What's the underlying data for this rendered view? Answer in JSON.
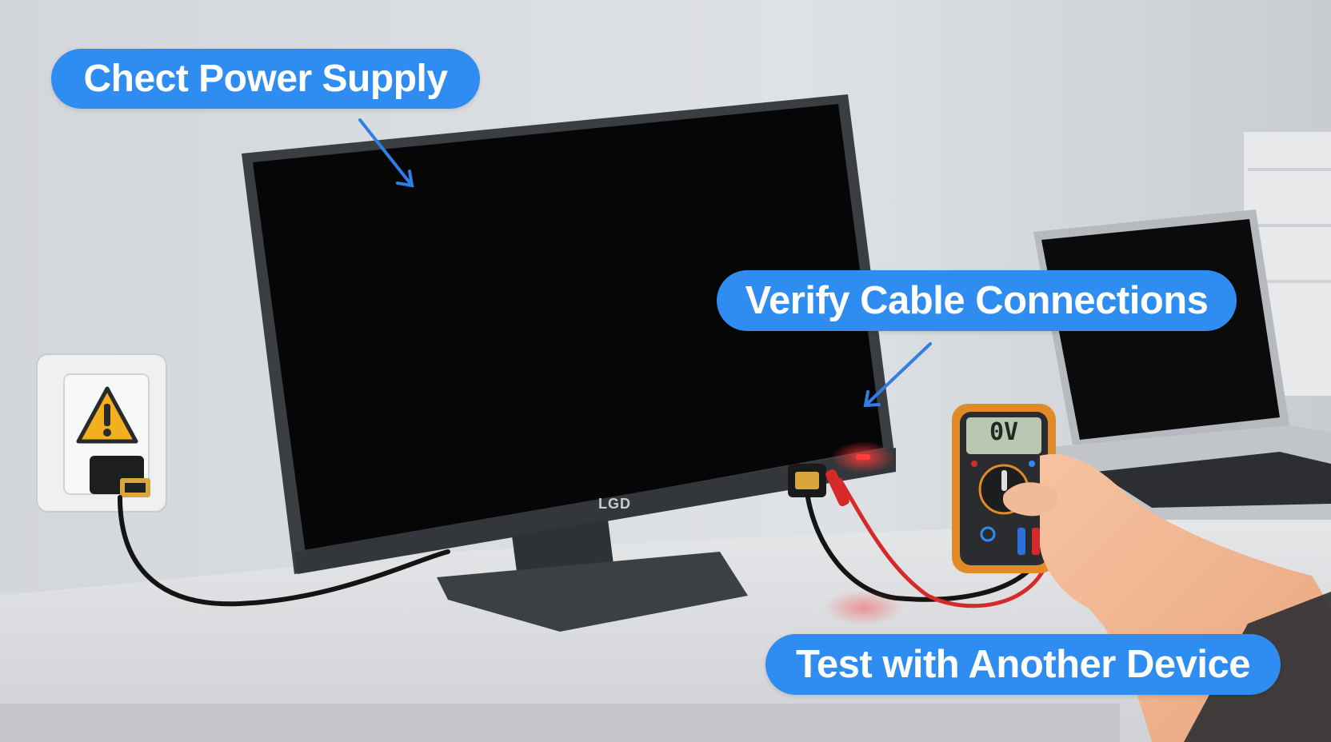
{
  "callouts": {
    "power_supply": "Chect Power Supply",
    "cable_connections": "Verify Cable Connections",
    "another_device": "Test with Another Device"
  },
  "monitor": {
    "brand": "LGD"
  },
  "multimeter": {
    "reading": "0V"
  },
  "colors": {
    "callout_blue": "#2f8cf0",
    "arrow_blue": "#2f7fe6",
    "warning_yellow": "#f2b01e",
    "probe_red": "#d62a2a",
    "meter_orange": "#e08a2a"
  }
}
